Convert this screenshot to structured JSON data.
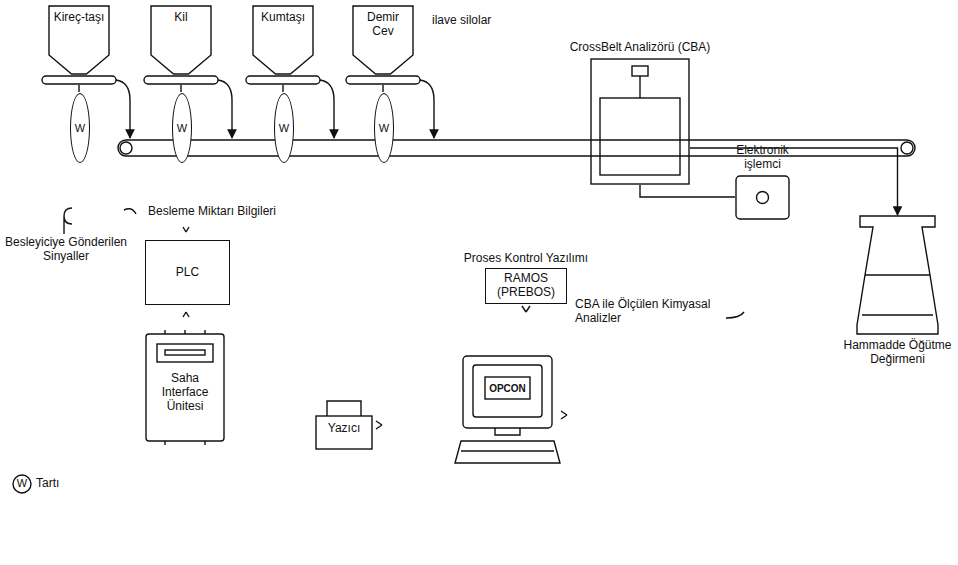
{
  "diagram": {
    "nodes": [
      {
        "text": [
          "Kireç-taşı"
        ]
      },
      {
        "text": [
          "Kil"
        ]
      },
      {
        "text": [
          "Kumtaşı"
        ]
      },
      {
        "text": [
          "Demir Cev"
        ]
      },
      {
        "text": [
          "W"
        ]
      },
      {
        "text": [
          "W"
        ]
      },
      {
        "text": [
          "W"
        ]
      },
      {
        "text": [
          "W"
        ]
      },
      {
        "text": [
          "CrossBelt Analizörü (CBA)"
        ]
      },
      {
        "text": [
          "Elektronik işlemci"
        ]
      },
      {
        "text": [
          "Hammadde Öğütme Değirmeni"
        ]
      },
      {
        "text": [
          "PLC"
        ]
      },
      {
        "text": [
          "Saha Interface Ünitesi"
        ]
      },
      {
        "text": [
          "Proses Kontrol Yazılımı",
          "RAMOS (PREBOS)"
        ]
      },
      {
        "text": [
          "Yazıcı"
        ]
      },
      {
        "text": [
          "OPCON"
        ]
      }
    ],
    "edges": [
      {
        "from": 8,
        "to": 10,
        "arrow": "to"
      },
      {
        "from": 9,
        "to": 8,
        "arrow": "none"
      }
    ],
    "labels": [
      "ilave silolar",
      "Besleme Miktarı Bilgileri",
      "Besleyiciye Gönderilen Sinyaller",
      "CBA ile Ölçülen Kimyasal Analizler",
      "W"
    ],
    "legend": [
      {
        "text": "Tartı"
      }
    ]
  }
}
